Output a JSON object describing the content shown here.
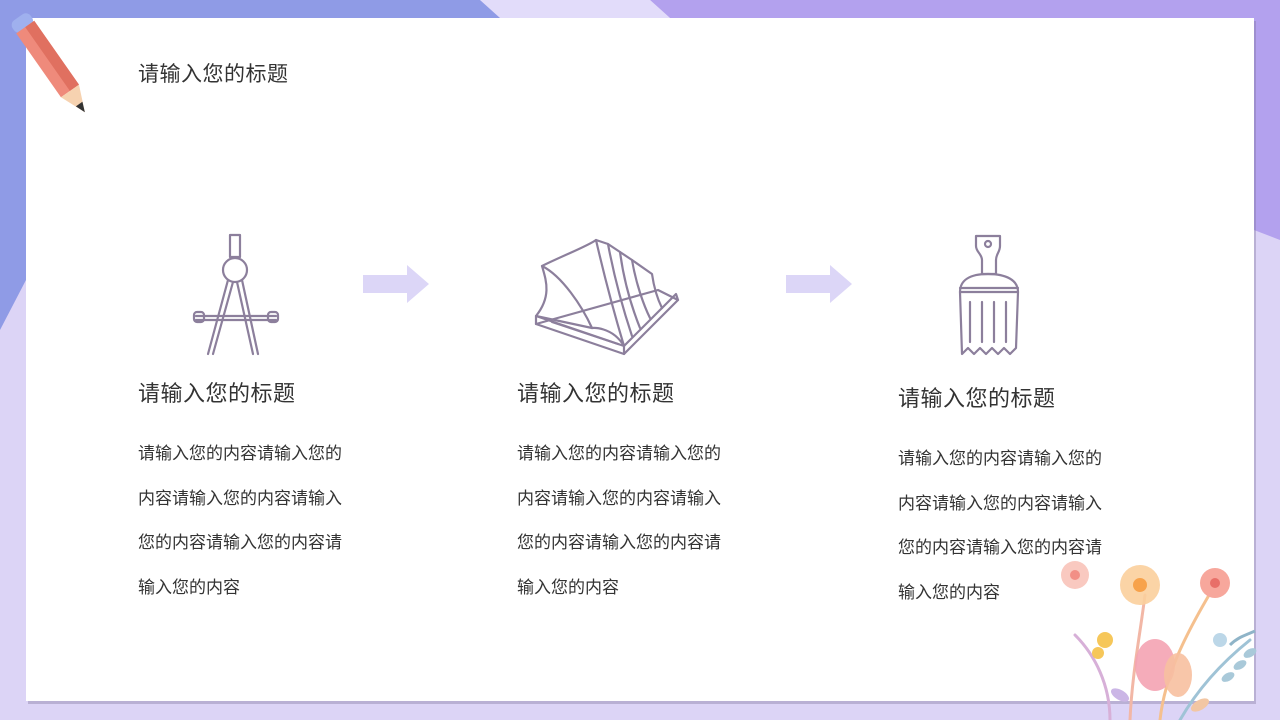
{
  "slide": {
    "title": "请输入您的标题"
  },
  "steps": [
    {
      "icon": "compass-icon",
      "title": "请输入您的标题",
      "body": [
        "请输入您的内容请输入您的",
        "内容请输入您的内容请输入",
        "您的内容请输入您的内容请",
        "输入您的内容"
      ]
    },
    {
      "icon": "book-icon",
      "title": "请输入您的标题",
      "body": [
        "请输入您的内容请输入您的",
        "内容请输入您的内容请输入",
        "您的内容请输入您的内容请",
        "输入您的内容"
      ]
    },
    {
      "icon": "paintbrush-icon",
      "title": "请输入您的标题",
      "body": [
        "请输入您的内容请输入您的",
        "内容请输入您的内容请输入",
        "您的内容请输入您的内容请",
        "输入您的内容"
      ]
    }
  ],
  "colors": {
    "background": "#d9d2f5",
    "accent_purple": "#a99be8",
    "arrow": "#dcd6f7",
    "icon_stroke": "#8c7f9c",
    "pencil_body": "#f08a7e"
  }
}
